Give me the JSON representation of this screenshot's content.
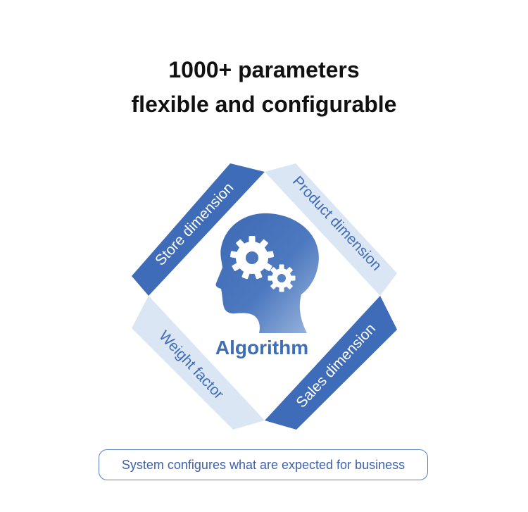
{
  "headline": {
    "line1": "1000+ parameters",
    "line2": "flexible and configurable"
  },
  "diagram": {
    "center_label": "Algorithm",
    "center_icon": "head-with-gears-icon",
    "segments": [
      {
        "label": "Store dimension",
        "style": "dark"
      },
      {
        "label": "Product dimension",
        "style": "light"
      },
      {
        "label": "Sales dimension",
        "style": "dark"
      },
      {
        "label": "Weight factor",
        "style": "light"
      }
    ]
  },
  "footer": {
    "text": "System configures what are expected for business"
  },
  "colors": {
    "dark_band": "#3f6cb8",
    "light_band": "#dbe6f4",
    "dark_text": "#ffffff",
    "light_text": "#3f6cb8",
    "accent": "#3f6eb6"
  }
}
